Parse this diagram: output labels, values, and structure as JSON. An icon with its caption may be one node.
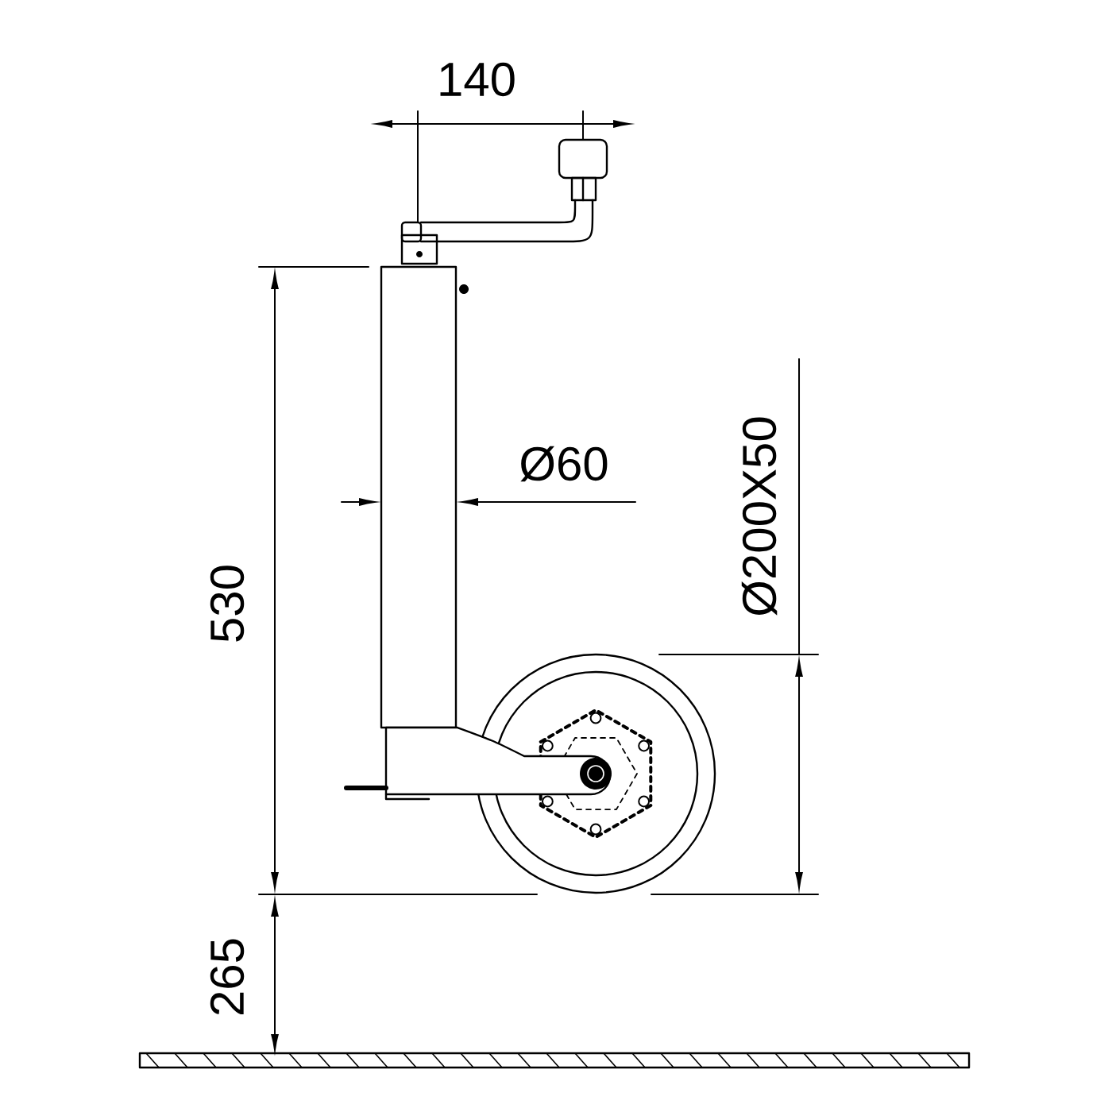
{
  "diagram": {
    "labels": [
      "140",
      "Ø60",
      "530",
      "Ø200X50",
      "265"
    ]
  }
}
